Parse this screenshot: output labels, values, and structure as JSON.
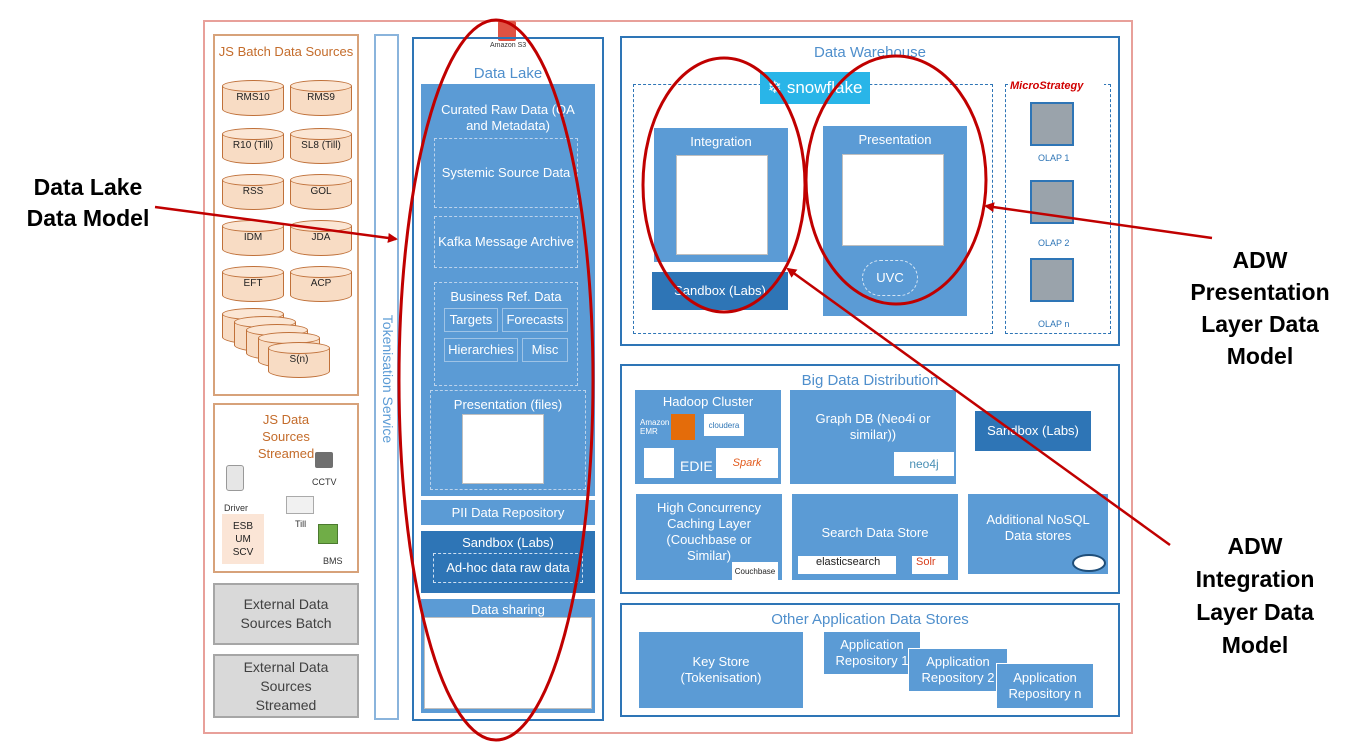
{
  "amazon_s3": {
    "label": "Amazon S3"
  },
  "batch_sources": {
    "title": "JS Batch Data Sources",
    "items": [
      "RMS10",
      "RMS9",
      "R10 (Till)",
      "SL8 (Till)",
      "RSS",
      "GOL",
      "IDM",
      "JDA",
      "EFT",
      "ACP",
      "S(n)"
    ]
  },
  "streamed_sources": {
    "title": "JS Data Sources Streamed",
    "items": [
      "CCTV",
      "Driver",
      "Till",
      "ESB UM SCV",
      "BMS"
    ]
  },
  "external": {
    "batch": "External Data Sources Batch",
    "streamed": "External Data Sources Streamed"
  },
  "tokenisation": {
    "label": "Tokenisation Service"
  },
  "data_lake": {
    "title": "Data Lake",
    "curated_title": "Curated Raw Data (QA and Metadata)",
    "systemic": "Systemic Source Data",
    "kafka": "Kafka Message Archive",
    "business_ref": {
      "title": "Business Ref. Data",
      "items": [
        "Targets",
        "Forecasts",
        "Hierarchies",
        "Misc"
      ]
    },
    "presentation_files": "Presentation (files)",
    "pii": "PII Data Repository",
    "sandbox_title": "Sandbox (Labs)",
    "adhoc": "Ad-hoc data raw data",
    "data_sharing": "Data sharing"
  },
  "data_warehouse": {
    "title": "Data Warehouse",
    "snowflake": "snowflake",
    "integration": "Integration",
    "presentation": "Presentation",
    "uvc": "UVC",
    "sandbox": "Sandbox (Labs)",
    "microstrategy": "MicroStrategy",
    "olap": [
      "OLAP 1",
      "OLAP 2",
      "OLAP n"
    ]
  },
  "big_data": {
    "title": "Big Data Distribution",
    "hadoop": {
      "title": "Hadoop Cluster",
      "amazon_emr": "Amazon EMR",
      "cloudera": "cloudera",
      "edie": "EDIE",
      "spark": "Spark"
    },
    "graph_db": "Graph DB (Neo4i or similar))",
    "neo4j": "neo4j",
    "sandbox": "Sandbox (Labs)",
    "high_concurrency": "High Concurrency Caching Layer (Couchbase or Similar)",
    "couchbase": "Couchbase",
    "search": "Search Data Store",
    "elasticsearch": "elasticsearch",
    "solr": "Solr",
    "nosql": "Additional NoSQL Data stores"
  },
  "other_app": {
    "title": "Other Application Data Stores",
    "key_store": "Key Store (Tokenisation)",
    "repos": [
      "Application Repository 1",
      "Application Repository 2",
      "Application Repository n"
    ]
  },
  "callouts": {
    "data_lake_model": "Data Lake Data Model",
    "adw_presentation": "ADW Presentation Layer Data Model",
    "adw_integration": "ADW Integration Layer Data Model"
  },
  "colors": {
    "panel_border": "#2e75b6",
    "box_fill": "#5b9bd5",
    "annotation_red": "#c00000",
    "source_orange": "#d7a27a"
  }
}
